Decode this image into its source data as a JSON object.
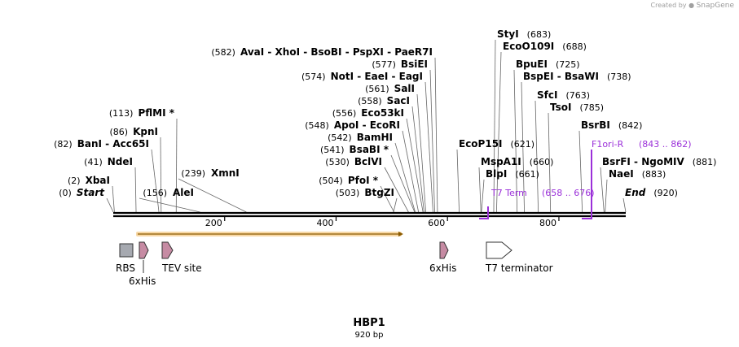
{
  "credit": {
    "prefix": "Created by",
    "brand": "SnapGene"
  },
  "title": {
    "name": "HBP1",
    "length": "920 bp"
  },
  "ruler": {
    "total_bp": 920,
    "ticks": [
      200,
      400,
      600,
      800
    ]
  },
  "sites": [
    {
      "name": "Start",
      "pos": "(0)",
      "bp": 0,
      "italic": true
    },
    {
      "name": "XbaI",
      "pos": "(2)",
      "bp": 2
    },
    {
      "name": "NdeI",
      "pos": "(41)",
      "bp": 41
    },
    {
      "name": "BanI  -  Acc65I",
      "pos": "(82)",
      "bp": 82
    },
    {
      "name": "KpnI",
      "pos": "(86)",
      "bp": 86
    },
    {
      "name": "PflMI *",
      "pos": "(113)",
      "bp": 113
    },
    {
      "name": "AleI",
      "pos": "(156)",
      "bp": 156,
      "pos_first": true
    },
    {
      "name": "XmnI",
      "pos": "(239)",
      "bp": 239,
      "pos_first": true
    },
    {
      "name": "BtgZI",
      "pos": "(503)",
      "bp": 503
    },
    {
      "name": "PfoI *",
      "pos": "(504)",
      "bp": 504
    },
    {
      "name": "BclVI",
      "pos": "(530)",
      "bp": 530
    },
    {
      "name": "BsaBI *",
      "pos": "(541)",
      "bp": 541
    },
    {
      "name": "BamHI",
      "pos": "(542)",
      "bp": 542
    },
    {
      "name": "ApoI  -  EcoRI",
      "pos": "(548)",
      "bp": 548
    },
    {
      "name": "Eco53kI",
      "pos": "(556)",
      "bp": 556
    },
    {
      "name": "SacI",
      "pos": "(558)",
      "bp": 558
    },
    {
      "name": "SalI",
      "pos": "(561)",
      "bp": 561
    },
    {
      "name": "NotI  -  EaeI  -  EagI",
      "pos": "(574)",
      "bp": 574
    },
    {
      "name": "BsiEI",
      "pos": "(577)",
      "bp": 577
    },
    {
      "name": "AvaI  -  XhoI  -  BsoBI  -  PspXI  -  PaeR7I",
      "pos": "(582)",
      "bp": 582
    },
    {
      "name": "EcoP15I",
      "pos": "(621)",
      "bp": 621
    },
    {
      "name": "MspA1I",
      "pos": "(660)",
      "bp": 660
    },
    {
      "name": "BlpI",
      "pos": "(661)",
      "bp": 661
    },
    {
      "name": "StyI",
      "pos": "(683)",
      "bp": 683
    },
    {
      "name": "EcoO109I",
      "pos": "(688)",
      "bp": 688
    },
    {
      "name": "BpuEI",
      "pos": "(725)",
      "bp": 725
    },
    {
      "name": "BspEI  -  BsaWI",
      "pos": "(738)",
      "bp": 738
    },
    {
      "name": "SfcI",
      "pos": "(763)",
      "bp": 763
    },
    {
      "name": "TsoI",
      "pos": "(785)",
      "bp": 785
    },
    {
      "name": "BsrBI",
      "pos": "(842)",
      "bp": 842
    },
    {
      "name": "BsrFI  -  NgoMIV",
      "pos": "(881)",
      "bp": 881
    },
    {
      "name": "NaeI",
      "pos": "(883)",
      "bp": 883
    },
    {
      "name": "End",
      "pos": "(920)",
      "bp": 920,
      "italic": true,
      "pos_after": true
    }
  ],
  "primers": [
    {
      "name": "T7 Term",
      "range": "(658 .. 676)",
      "color": "#9b30d9"
    },
    {
      "name": "F1ori-R",
      "range": "(843 .. 862)",
      "color": "#9b30d9"
    }
  ],
  "features": [
    {
      "name": "RBS",
      "color": "#a6a9b0"
    },
    {
      "name": "6xHis",
      "color": "#c68ba3"
    },
    {
      "name": "TEV site",
      "color": "#c68ba3"
    },
    {
      "name": "6xHis",
      "color": "#c68ba3"
    },
    {
      "name": "T7 terminator",
      "color": "#ffffff"
    }
  ],
  "orf": {
    "color": "#f4a43a"
  }
}
